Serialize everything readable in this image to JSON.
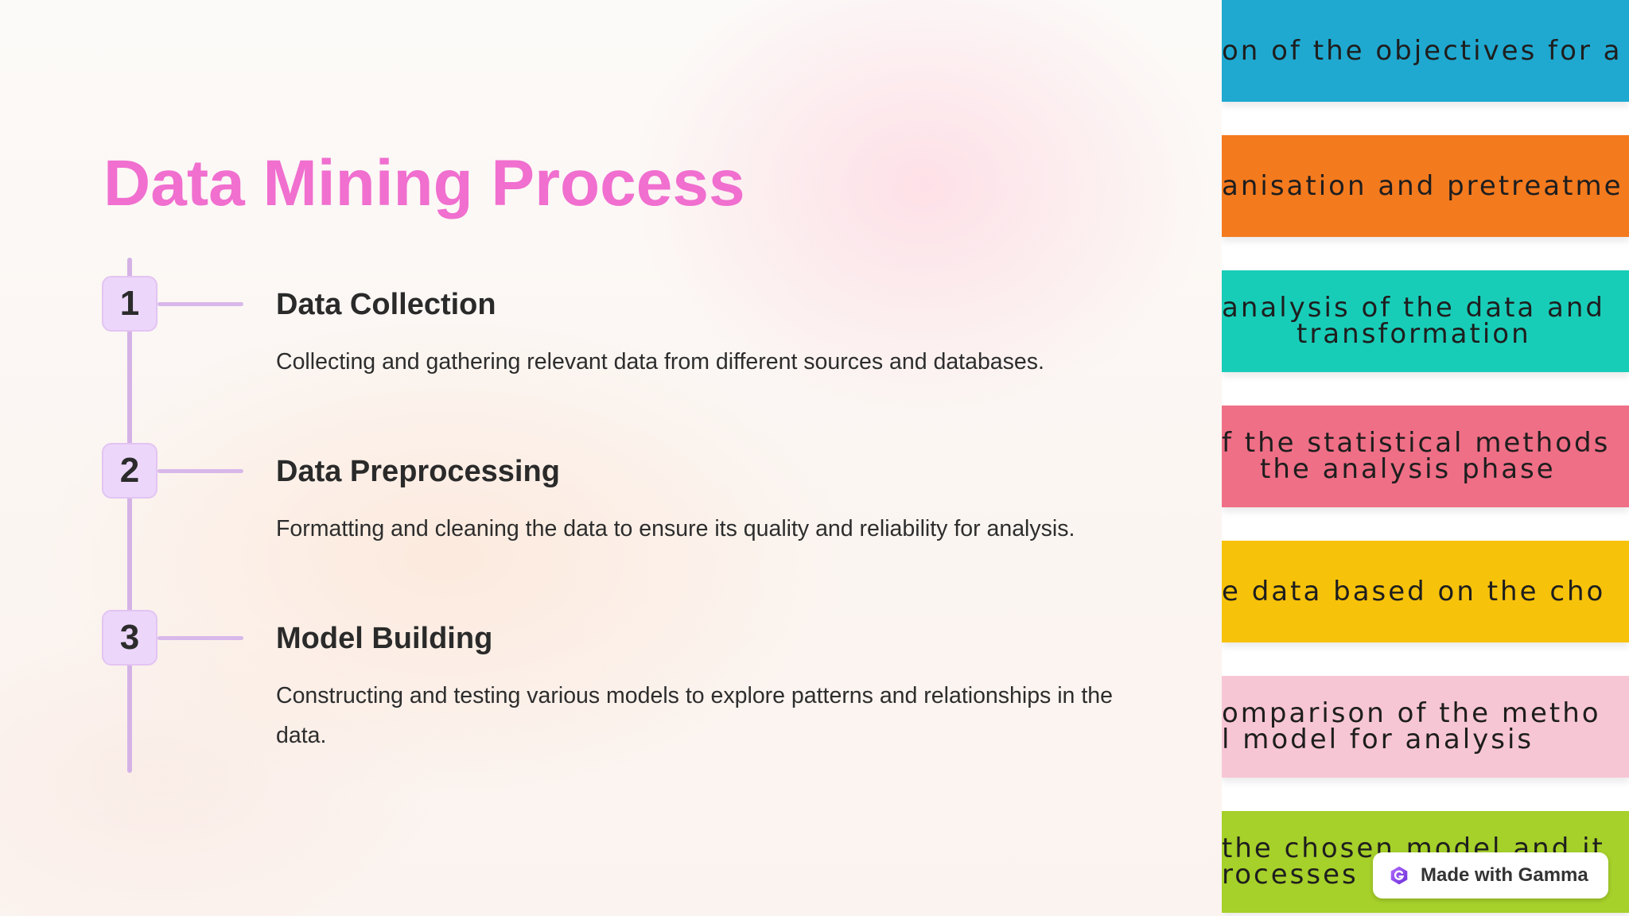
{
  "slide": {
    "title": "Data Mining Process",
    "title_color": "#f06fcf",
    "steps": [
      {
        "number": "1",
        "title": "Data Collection",
        "description": "Collecting and gathering relevant data from different sources and databases."
      },
      {
        "number": "2",
        "title": "Data Preprocessing",
        "description": "Formatting and cleaning the data to ensure its quality and reliability for analysis."
      },
      {
        "number": "3",
        "title": "Model Building",
        "description": "Constructing and testing various models to explore patterns and relationships in the data."
      }
    ]
  },
  "side_image": {
    "bands": [
      {
        "lines": [
          "on of the objectives for a"
        ],
        "color": "#1fa9d1"
      },
      {
        "lines": [
          "anisation and pretreatme"
        ],
        "color": "#f47a1e"
      },
      {
        "lines": [
          "analysis of the data and",
          "transformation"
        ],
        "color": "#18cdb8"
      },
      {
        "lines": [
          "f the statistical methods",
          "the analysis phase"
        ],
        "color": "#ef6f86"
      },
      {
        "lines": [
          "e data based on the cho"
        ],
        "color": "#f7c20a"
      },
      {
        "lines": [
          "omparison of the metho",
          "l model for analysis"
        ],
        "color": "#f7c6d4"
      },
      {
        "lines": [
          "the chosen model and it",
          "rocesses"
        ],
        "color": "#a6d02a"
      }
    ]
  },
  "badge": {
    "label": "Made with Gamma",
    "icon": "gamma-logo-icon"
  }
}
